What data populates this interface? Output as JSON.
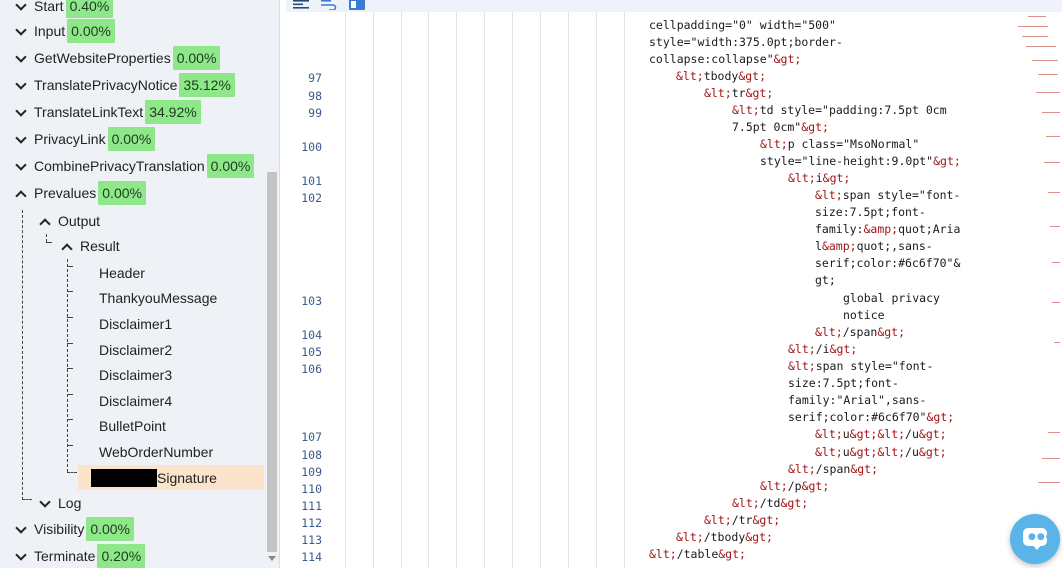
{
  "tree": {
    "top_nodes": [
      {
        "label": "Start",
        "percent": "0.40%",
        "expanded": true
      },
      {
        "label": "Input",
        "percent": "0.00%",
        "expanded": true
      },
      {
        "label": "GetWebsiteProperties",
        "percent": "0.00%",
        "expanded": true
      },
      {
        "label": "TranslatePrivacyNotice",
        "percent": "35.12%",
        "expanded": true
      },
      {
        "label": "TranslateLinkText",
        "percent": "34.92%",
        "expanded": true
      },
      {
        "label": "PrivacyLink",
        "percent": "0.00%",
        "expanded": true
      },
      {
        "label": "CombinePrivacyTranslation",
        "percent": "0.00%",
        "expanded": true
      },
      {
        "label": "Prevalues",
        "percent": "0.00%",
        "expanded": false
      }
    ],
    "output_label": "Output",
    "result_label": "Result",
    "result_children": [
      "Header",
      "ThankyouMessage",
      "Disclaimer1",
      "Disclaimer2",
      "Disclaimer3",
      "Disclaimer4",
      "BulletPoint",
      "WebOrderNumber"
    ],
    "selected_child": "Signature",
    "log_label": "Log",
    "bottom_nodes": [
      {
        "label": "Visibility",
        "percent": "0.00%"
      },
      {
        "label": "Terminate",
        "percent": "0.20%"
      }
    ]
  },
  "editor": {
    "line_numbers": [
      "97",
      "98",
      "99",
      "100",
      "101",
      "102",
      "103",
      "104",
      "105",
      "106",
      "107",
      "108",
      "109",
      "110",
      "111",
      "112",
      "113",
      "114"
    ],
    "code_lines": [
      "cellpadding=\"0\" width=\"500\"",
      "style=\"width:375.0pt;border-",
      "collapse:collapse\"&gt;",
      "&lt;tbody&gt;",
      "&lt;tr&gt;",
      "&lt;td style=\"padding:7.5pt 0cm",
      "7.5pt 0cm\"&gt;",
      "&lt;p class=\"MsoNormal\"",
      "style=\"line-height:9.0pt\"&gt;",
      "&lt;i&gt;",
      "&lt;span style=\"font-",
      "size:7.5pt;font-",
      "family:&amp;quot;Aria",
      "l&amp;quot;,sans-",
      "serif;color:#6c6f70\"&",
      "gt;",
      "global privacy",
      "notice",
      "&lt;/span&gt;",
      "&lt;/i&gt;",
      "&lt;span style=\"font-",
      "size:7.5pt;font-",
      "family:\"Arial\",sans-",
      "serif;color:#6c6f70\"&gt;",
      "&lt;u&gt;&lt;/u&gt;",
      "&lt;u&gt;&lt;/u&gt;",
      "&lt;/span&gt;",
      "&lt;/p&gt;",
      "&lt;/td&gt;",
      "&lt;/tr&gt;",
      "&lt;/tbody&gt;",
      "&lt;/table&gt;"
    ],
    "entity_color": "#a31515",
    "line_number_color": "#3a5a8a"
  },
  "icons": {
    "toolbar": [
      "align-left-icon",
      "wrap-icon",
      "preview-icon"
    ],
    "chat": "chat-bubble-icon"
  },
  "colors": {
    "badge": "#8ee88a",
    "selected_row": "#fbe3cc",
    "chat": "#5bb4e8",
    "panel_bg": "#eef1f5"
  }
}
